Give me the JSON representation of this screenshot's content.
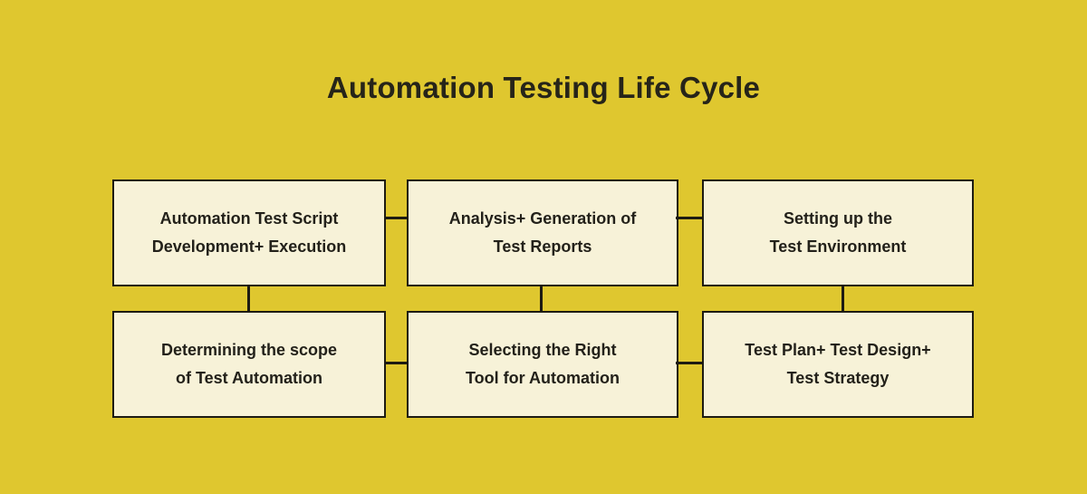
{
  "title": "Automation Testing Life Cycle",
  "boxes": [
    {
      "line1": "Automation Test Script",
      "line2": "Development+ Execution"
    },
    {
      "line1": "Analysis+ Generation of",
      "line2": "Test Reports"
    },
    {
      "line1": "Setting up the",
      "line2": "Test Environment"
    },
    {
      "line1": "Determining the scope",
      "line2": "of Test Automation"
    },
    {
      "line1": "Selecting the Right",
      "line2": "Tool for Automation"
    },
    {
      "line1": "Test Plan+ Test Design+",
      "line2": "Test Strategy"
    }
  ],
  "colors": {
    "background": "#DFC72F",
    "box_fill": "#F7F2D8",
    "line": "#1D1B12",
    "title_text": "#262419",
    "box_text": "#23211A"
  }
}
